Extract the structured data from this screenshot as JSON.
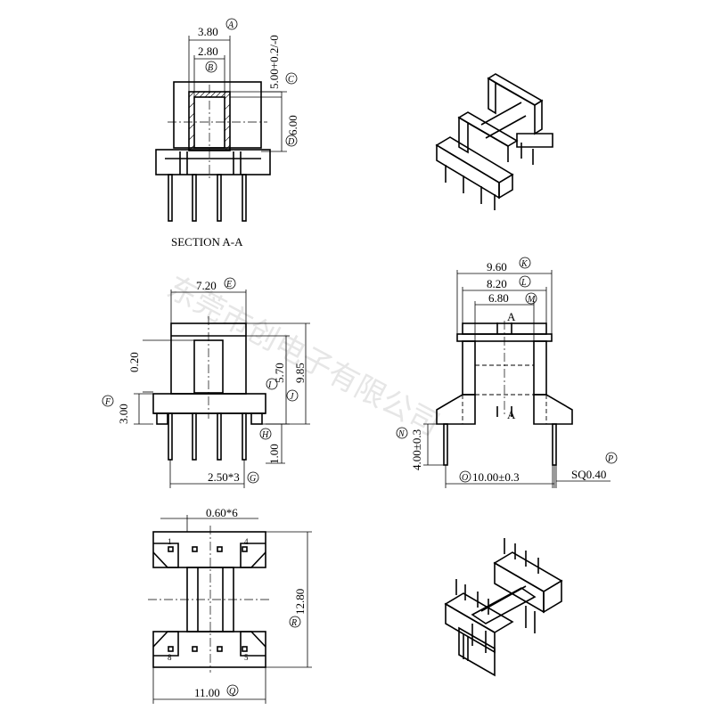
{
  "section_label": "SECTION A-A",
  "section_marker": "A",
  "watermark": "东莞市创电子有限公司",
  "dimensions": [
    {
      "id": "A",
      "value": "3.80"
    },
    {
      "id": "B",
      "value": "2.80"
    },
    {
      "id": "C",
      "value": "5.00+0.2/-0"
    },
    {
      "id": "D",
      "value": "6.00"
    },
    {
      "id": "E",
      "value": "7.20"
    },
    {
      "id": "F",
      "value": "3.00"
    },
    {
      "id": "G",
      "value": "2.50*3"
    },
    {
      "id": "H",
      "value": "1.00"
    },
    {
      "id": "I",
      "value": "5.70"
    },
    {
      "id": "J",
      "value": "9.85"
    },
    {
      "id": "K",
      "value": "9.60"
    },
    {
      "id": "L",
      "value": "8.20"
    },
    {
      "id": "M",
      "value": "6.80"
    },
    {
      "id": "N",
      "value": "4.00±0.3"
    },
    {
      "id": "O",
      "value": "10.00±0.3"
    },
    {
      "id": "P",
      "value": "SQ0.40"
    },
    {
      "id": "Q",
      "value": "11.00"
    },
    {
      "id": "R",
      "value": "12.80"
    }
  ],
  "front_extra": "0.20",
  "bottom_pitch": "0.60*6",
  "pin_numbers": [
    "1",
    "4",
    "8",
    "5"
  ]
}
